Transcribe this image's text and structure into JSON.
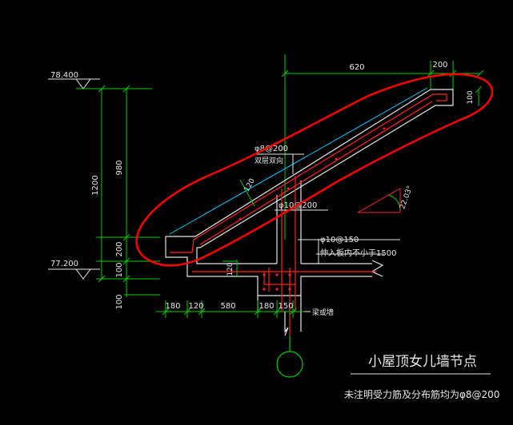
{
  "colors": {
    "background": "#000000",
    "dimension": "#00d000",
    "concrete": "#e6e6e6",
    "rebar": "#ff2020",
    "leader": "#ffffff",
    "hatch": "#00c8ff",
    "highlight": "#ff0000"
  },
  "elevations": {
    "top": "78.400",
    "bottom": "77.200"
  },
  "dims": {
    "vertical": [
      "1200",
      "980",
      "200",
      "100",
      "100"
    ],
    "horizontal_top": [
      "620",
      "200"
    ],
    "cap_height": "100",
    "horizontal_bottom": [
      "180",
      "120",
      "580",
      "180",
      "150"
    ],
    "step_120": "120",
    "slab_120": "120"
  },
  "annotations": {
    "rebar_top": "φ8@200",
    "rebar_top_sub": "双层双向",
    "rebar_mid": "φ10@200",
    "rebar_anchor": "φ10@150",
    "rebar_anchor_sub": "伸入板内不小于1500",
    "wall_label": "梁或墙",
    "angle": "22.03°"
  },
  "title": "小屋顶女儿墙节点",
  "note": "未注明受力筋及分布筋均为φ8@200"
}
